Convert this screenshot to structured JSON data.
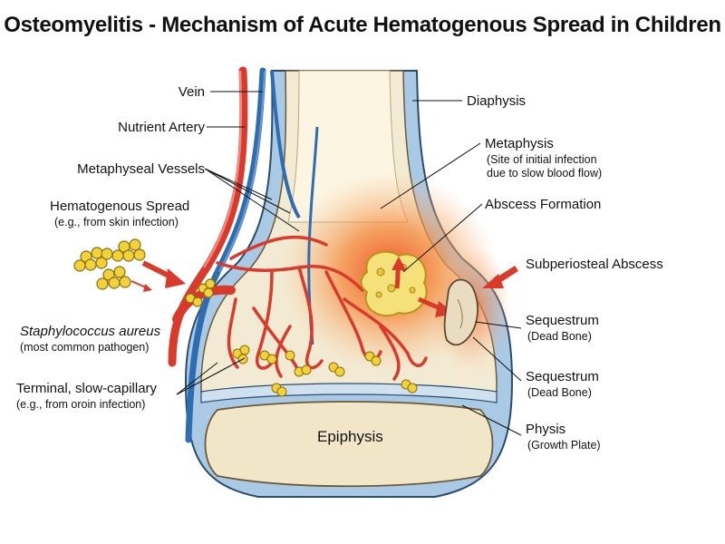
{
  "title": "Osteomyelitis - Mechanism of Acute Hematogenous Spread in Children",
  "labels": {
    "vein": "Vein",
    "nutrient_artery": "Nutrient Artery",
    "metaphyseal_vessels": "Metaphyseal Vessels",
    "hematogenous_spread": "Hematogenous Spread",
    "hematogenous_spread_note": "(e.g., from skin infection)",
    "staph": "Staphylococcus aureus",
    "staph_note": "(most common pathogen)",
    "terminal": "Terminal, slow-capillary",
    "terminal_note": "(e.g., from oroin infection)",
    "diaphysis": "Diaphysis",
    "metaphysis": "Metaphysis",
    "metaphysis_note_1": "(Site of initial infection",
    "metaphysis_note_2": "due to slow blood flow)",
    "abscess": "Abscess Formation",
    "subperiosteal": "Subperiosteal Abscess",
    "sequestrum_1": "Sequestrum",
    "sequestrum_1_note": "(Dead Bone)",
    "sequestrum_2": "Sequestrum",
    "sequestrum_2_note": "(Dead Bone)",
    "physis": "Physis",
    "physis_note": "(Growth Plate)",
    "epiphysis": "Epiphysis"
  },
  "colors": {
    "artery": "#d93a2b",
    "vein": "#2f6db3",
    "periosteum": "#a9c9e4",
    "bone": "#f3ead3",
    "marrow": "#fbf5e2",
    "infection": "#f26b2e",
    "bacteria": "#f2d23a"
  }
}
